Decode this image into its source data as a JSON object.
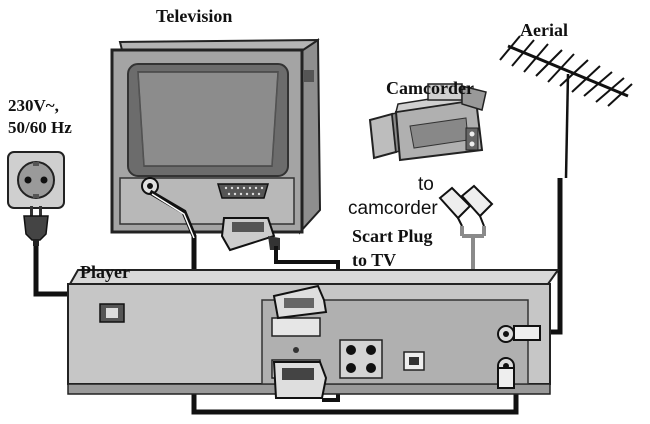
{
  "labels": {
    "television": "Television",
    "aerial": "Aerial",
    "power_voltage": "230V~,",
    "power_frequency": "50/60 Hz",
    "camcorder": "Camcorder",
    "to": "to",
    "camcorder_lower": "camcorder",
    "scart_plug": "Scart Plug",
    "to_tv": "to TV",
    "player": "Player"
  },
  "colors": {
    "device_body": "#c9c9c9",
    "device_dark": "#7d7d7d",
    "screen": "#9a9a9a",
    "cable_dark": "#111111",
    "cable_grey": "#8a8a8a",
    "outline": "#222222"
  },
  "icons": [
    "television-icon",
    "aerial-icon",
    "wall-socket-icon",
    "power-plug-icon",
    "camcorder-icon",
    "scart-plug-icon",
    "player-icon",
    "rca-plug-icon"
  ]
}
